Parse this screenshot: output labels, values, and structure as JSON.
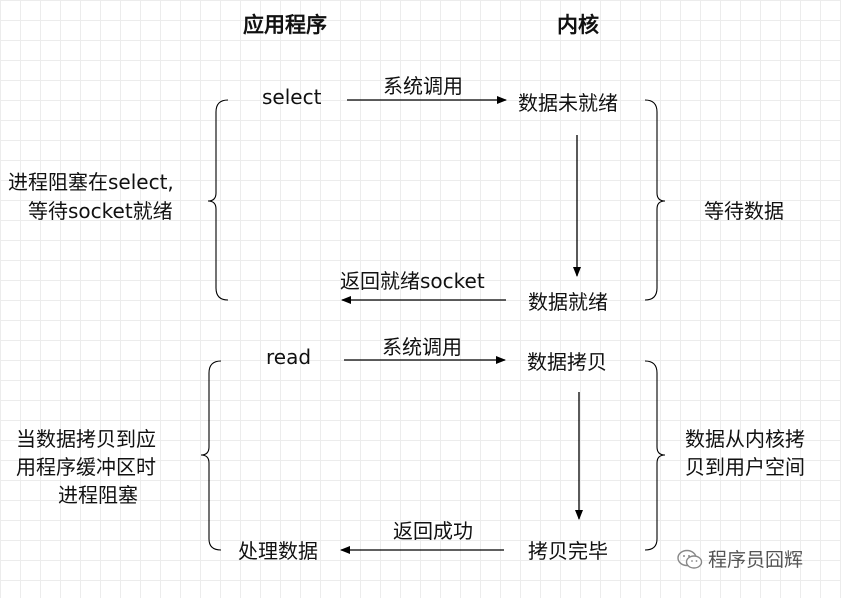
{
  "headers": {
    "app": "应用程序",
    "kernel": "内核"
  },
  "select_phase": {
    "app_call": "select",
    "syscall": "系统调用",
    "kernel_not_ready": "数据未就绪",
    "kernel_ready": "数据就绪",
    "return_label": "返回就绪socket",
    "left_note_line1": "进程阻塞在select,",
    "left_note_line2": "等待socket就绪",
    "right_note": "等待数据"
  },
  "read_phase": {
    "app_call": "read",
    "syscall": "系统调用",
    "kernel_copy": "数据拷贝",
    "kernel_done": "拷贝完毕",
    "return_label": "返回成功",
    "app_process": "处理数据",
    "left_note_line1": "当数据拷贝到应",
    "left_note_line2": "用程序缓冲区时",
    "left_note_line3": "进程阻塞",
    "right_note_line1": "数据从内核拷",
    "right_note_line2": "贝到用户空间"
  },
  "watermark": {
    "text": "程序员囧辉",
    "icon": "wechat-icon"
  },
  "colors": {
    "line": "#000000",
    "brace": "#000000",
    "grid": "#ececec"
  }
}
